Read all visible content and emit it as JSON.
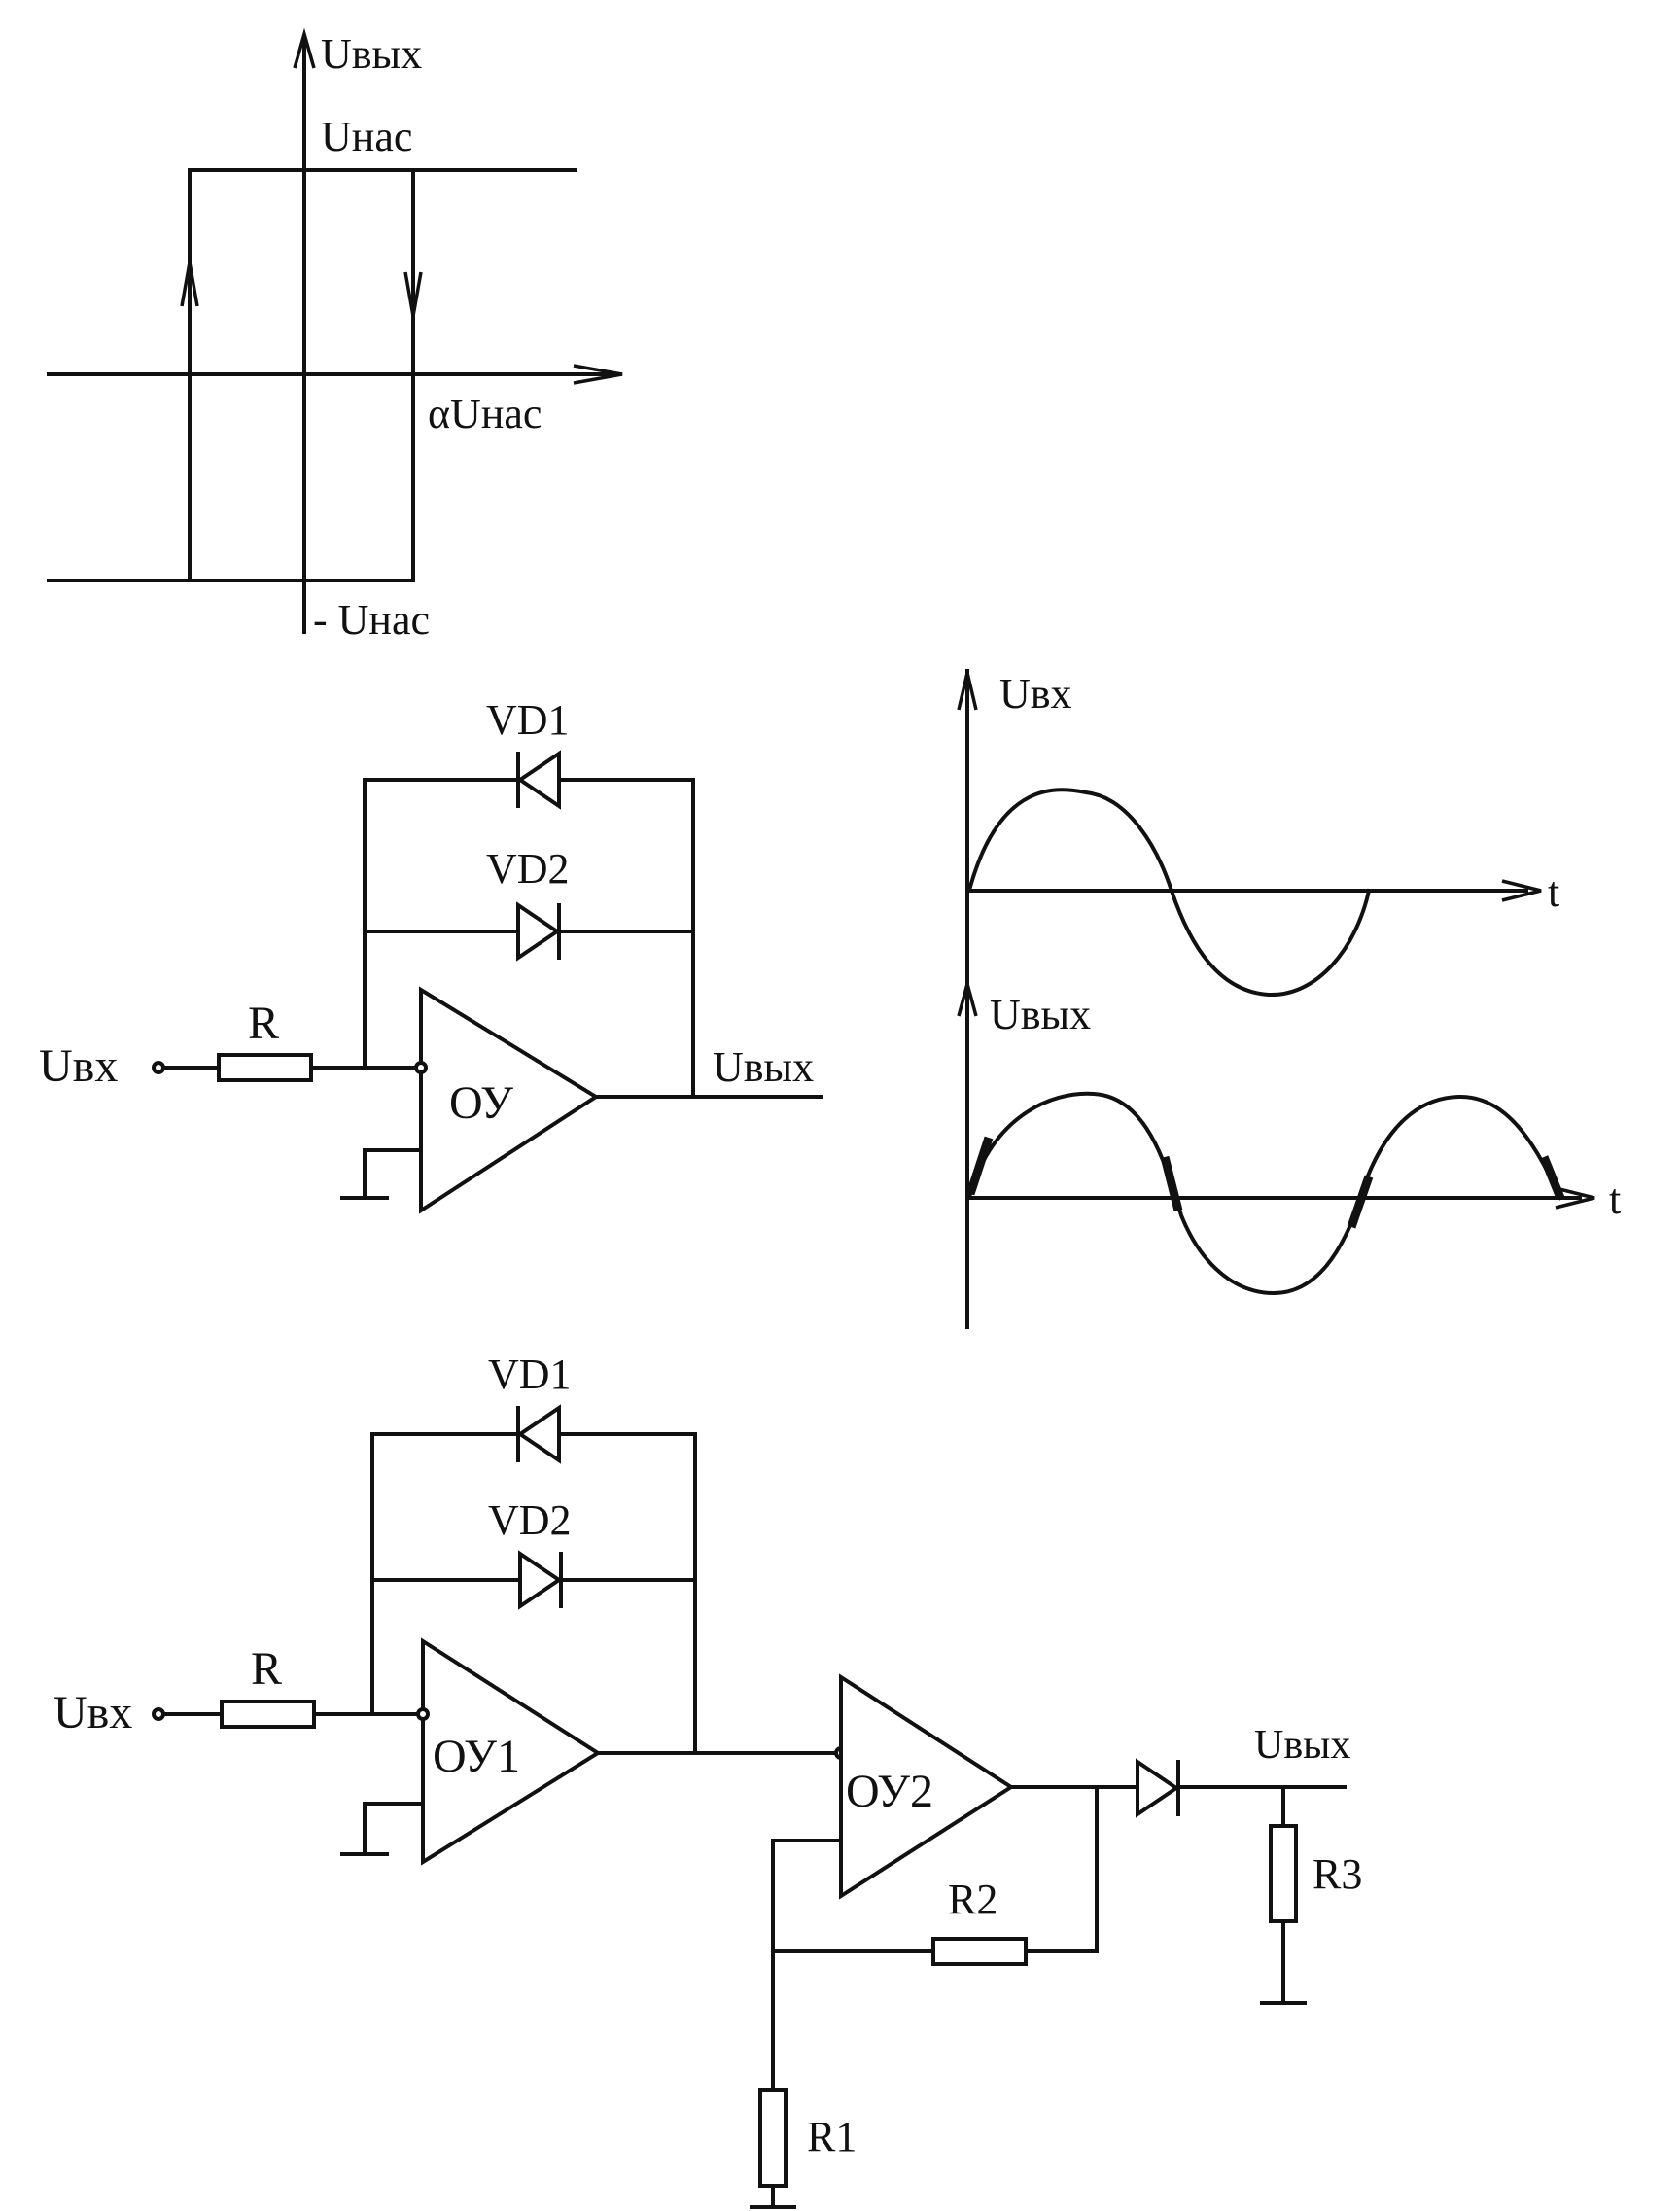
{
  "colors": {
    "ink": "#111111",
    "paper": "#ffffff"
  },
  "hysteresis": {
    "y_axis_label": "Uвых",
    "upper_level_label": "Uнас",
    "threshold_label": "αUнас",
    "lower_level_label": "- Uнас"
  },
  "circuit1": {
    "input_label": "Uвх",
    "resistor_label": "R",
    "diode1_label": "VD1",
    "diode2_label": "VD2",
    "opamp_label": "ОУ",
    "output_label": "Uвых"
  },
  "waveforms": {
    "input_label": "Uвх",
    "output_label": "Uвых",
    "time_label_top": "t",
    "time_label_bottom": "t"
  },
  "circuit2": {
    "input_label": "Uвх",
    "resistor_label": "R",
    "diode1_label": "VD1",
    "diode2_label": "VD2",
    "opamp1_label": "ОУ1",
    "opamp2_label": "ОУ2",
    "r1_label": "R1",
    "r2_label": "R2",
    "r3_label": "R3",
    "output_label": "Uвых"
  }
}
